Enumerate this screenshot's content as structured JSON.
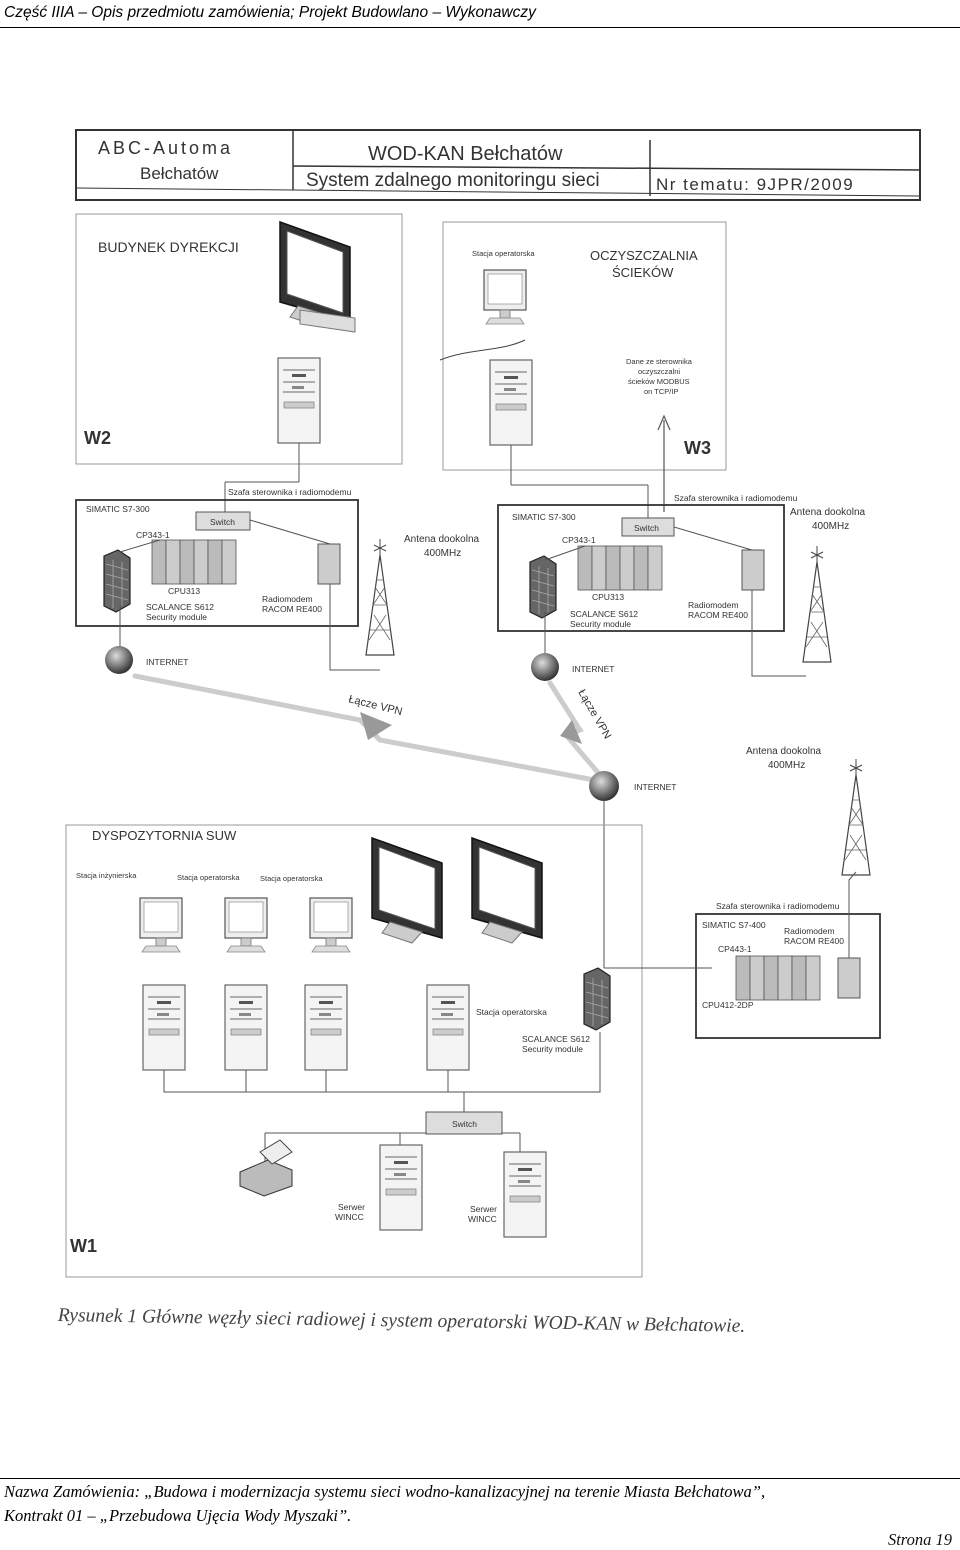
{
  "header": {
    "text": "Część IIIA – Opis przedmiotu zamówienia; Projekt Budowlano – Wykonawczy"
  },
  "title_block": {
    "company_line1": "ABC-Automa",
    "company_line2": "Bełchatów",
    "project_line1": "WOD-KAN Bełchatów",
    "project_line2": "System zdalnego monitoringu sieci",
    "topic": "Nr tematu: 9JPR/2009"
  },
  "diagram": {
    "w2": {
      "title": "BUDYNEK DYREKCJI",
      "tag": "W2",
      "cabinet_label": "Szafa sterownika i radiomodemu",
      "plc": "SIMATIC S7-300",
      "switch": "Switch",
      "cp": "CP343-1",
      "cpu": "CPU313",
      "scalance1": "SCALANCE S612",
      "scalance2": "Security module",
      "radio1": "Radiomodem",
      "radio2": "RACOM RE400",
      "antenna1": "Antena dookolna",
      "antenna2": "400MHz",
      "internet": "INTERNET"
    },
    "w3": {
      "title1": "OCZYSZCZALNIA",
      "title2": "ŚCIEKÓW",
      "station": "Stacja operatorska",
      "note1": "Dane ze sterownika",
      "note2": "oczyszczalni",
      "note3": "ścieków MODBUS",
      "note4": "on TCP/IP",
      "tag": "W3",
      "cabinet_label": "Szafa sterownika i radiomodemu",
      "plc": "SIMATIC S7-300",
      "switch": "Switch",
      "cp": "CP343-1",
      "cpu": "CPU313",
      "scalance1": "SCALANCE S612",
      "scalance2": "Security module",
      "radio1": "Radiomodem",
      "radio2": "RACOM RE400",
      "antenna1": "Antena dookolna",
      "antenna2": "400MHz",
      "internet": "INTERNET"
    },
    "vpn1": "Łącze VPN",
    "vpn2": "Łącze VPN",
    "w1": {
      "antenna1": "Antena dookolna",
      "antenna2": "400MHz",
      "internet": "INTERNET",
      "title": "DYSPOZYTORNIA SUW",
      "station_eng": "Stacja inżynierska",
      "station_op1": "Stacja operatorska",
      "station_op2": "Stacja operatorska",
      "station_op3": "Stacja operatorska",
      "cabinet_label": "Szafa sterownika i radiomodemu",
      "plc": "SIMATIC S7-400",
      "cp": "CP443-1",
      "cpu": "CPU412-2DP",
      "radio1": "Radiomodem",
      "radio2": "RACOM RE400",
      "scalance1": "SCALANCE S612",
      "scalance2": "Security module",
      "switch": "Switch",
      "server1a": "Serwer",
      "server1b": "WINCC",
      "server2a": "Serwer",
      "server2b": "WINCC",
      "tag": "W1"
    }
  },
  "caption": "Rysunek 1 Główne węzły sieci radiowej i system operatorski WOD-KAN w Bełchatowie.",
  "footer": {
    "line1": "Nazwa Zamówienia: „Budowa i modernizacja systemu sieci wodno-kanalizacyjnej na terenie Miasta Bełchatowa”,",
    "line2": "Kontrakt 01 – „Przebudowa Ujęcia Wody Myszaki”.",
    "page": "Strona 19"
  }
}
